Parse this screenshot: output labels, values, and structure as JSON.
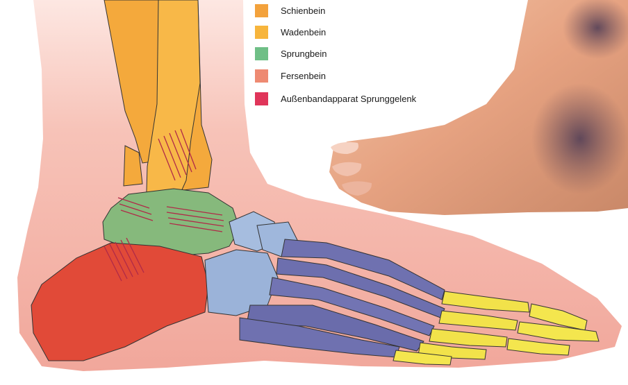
{
  "legend": {
    "items": [
      {
        "key": "schienbein",
        "label": "Schienbein",
        "color": "#f3a23c"
      },
      {
        "key": "wadenbein",
        "label": "Wadenbein",
        "color": "#f7b53c"
      },
      {
        "key": "sprungbein",
        "label": "Sprungbein",
        "color": "#6fbf86"
      },
      {
        "key": "fersenbein",
        "label": "Fersenbein",
        "color": "#ee8a72"
      },
      {
        "key": "aussenband",
        "label": "Außenbandapparat Sprunggelenk",
        "color": "#e0355a"
      }
    ]
  },
  "colors": {
    "skin": "#f4b3a8",
    "tibia_fibula": "#f3ac3f",
    "talus": "#84b87b",
    "calcaneus": "#e04a3a",
    "navicular_cuboid": "#9db3d8",
    "metatarsals": "#6d6fae",
    "phalanges": "#f2e24a",
    "ligament": "#c0304a",
    "photo_skin": "#e4a27e",
    "bruise": "#4a4060"
  }
}
